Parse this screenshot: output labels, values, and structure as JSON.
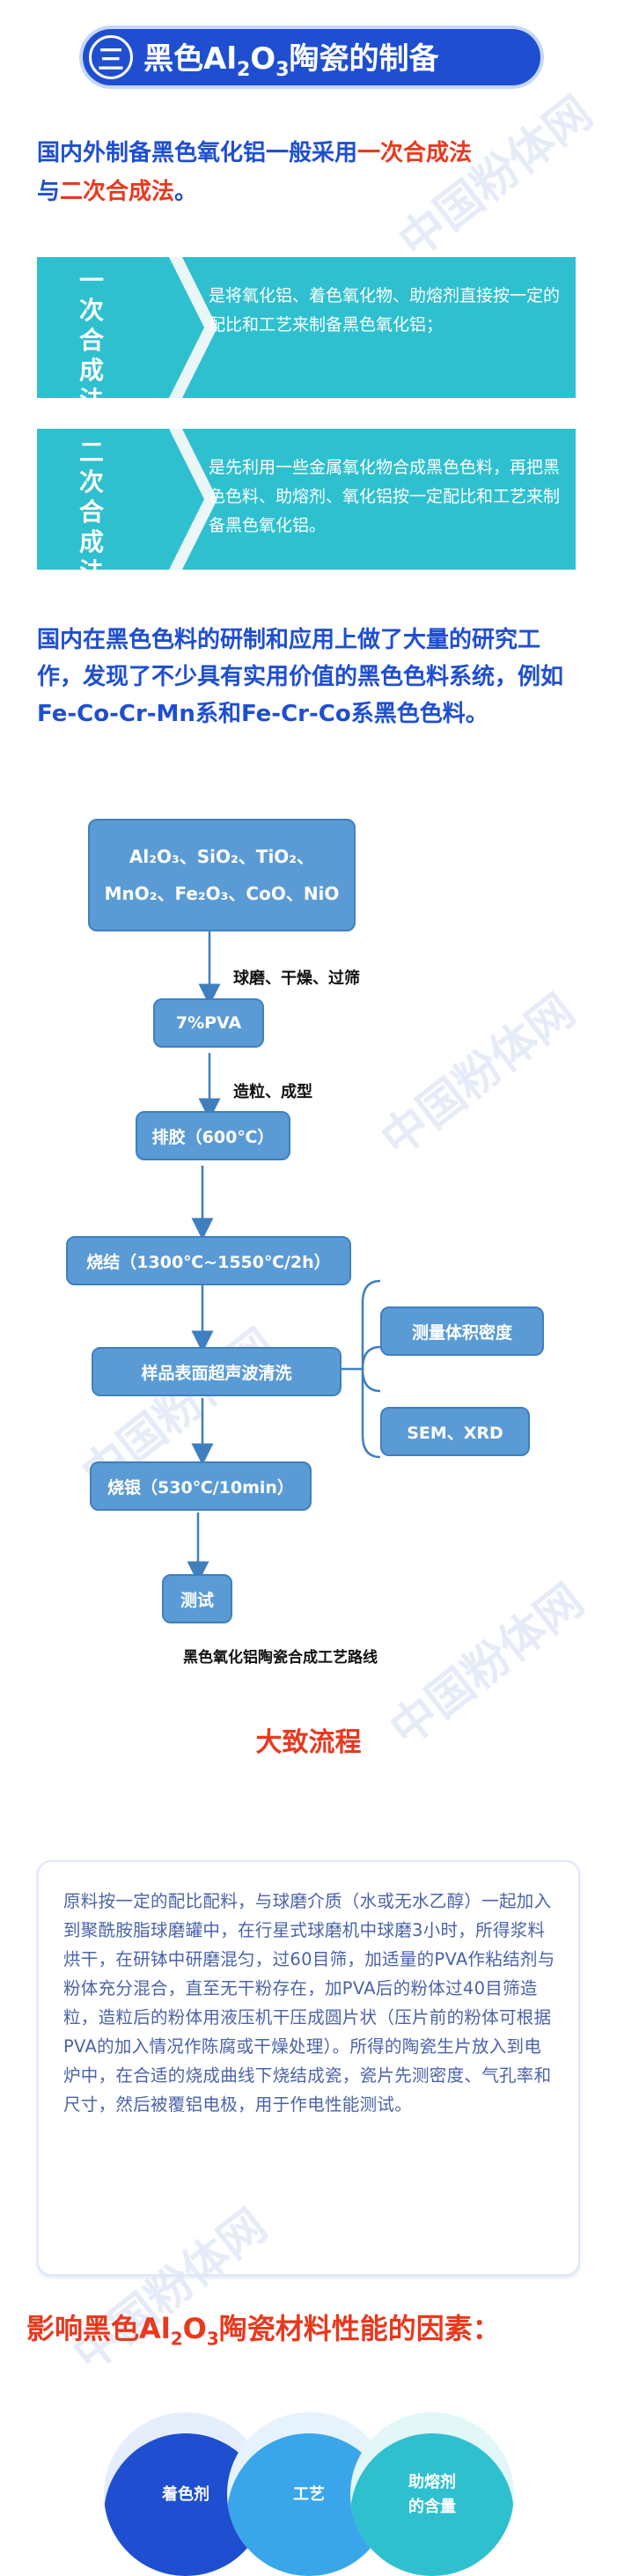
{
  "title": {
    "number": "三",
    "text_before": "黑色Al",
    "sub1": "2",
    "mid": "O",
    "sub2": "3",
    "text_after": "陶瓷的制备"
  },
  "intro1": {
    "part1": "国内外制备黑色氧化铝一般采用",
    "highlight1": "一次合成法",
    "part2": "与",
    "highlight2": "二次合成法",
    "part3": "。"
  },
  "methods": [
    {
      "label_chars": [
        "一",
        "次",
        "合",
        "成",
        "法"
      ],
      "desc": "是将氧化铝、着色氧化物、助熔剂直接按一定的配比和工艺来制备黑色氧化铝；"
    },
    {
      "label_chars": [
        "二",
        "次",
        "合",
        "成",
        "法"
      ],
      "desc": "是先利用一些金属氧化物合成黑色色料，再把黑色色料、助熔剂、氧化铝按一定配比和工艺来制备黑色氧化铝。"
    }
  ],
  "intro2": "国内在黑色色料的研制和应用上做了大量的研究工作，发现了不少具有实用价值的黑色色料系统，例如Fe-Co-Cr-Mn系和Fe-Cr-Co系黑色色料。",
  "flow": {
    "raw_line1": "Al₂O₃、SiO₂、TiO₂、",
    "raw_line2": "MnO₂、Fe₂O₃、CoO、NiO",
    "step1_note": "球磨、干燥、过筛",
    "pva": "7%PVA",
    "step2_note": "造粒、成型",
    "debind": "排胶（600℃）",
    "sinter": "烧结（1300℃~1550℃/2h）",
    "wash": "样品表面超声波清洗",
    "measure1": "测量体积密度",
    "measure2": "SEM、XRD",
    "silver": "烧银（530℃/10min）",
    "test": "测试",
    "caption": "黑色氧化铝陶瓷合成工艺路线"
  },
  "process_title": "大致流程",
  "process_text": "原料按一定的配比配料，与球磨介质（水或无水乙醇）一起加入到聚酰胺脂球磨罐中，在行星式球磨机中球磨3小时，所得浆料烘干，在研钵中研磨混匀，过60目筛，加适量的PVA作粘结剂与粉体充分混合，直至无干粉存在，加PVA后的粉体过40目筛造粒，造粒后的粉体用液压机干压成圆片状（压片前的粉体可根据PVA的加入情况作陈腐或干燥处理）。所得的陶瓷生片放入到电炉中，在合适的烧成曲线下烧结成瓷，瓷片先测密度、气孔率和尺寸，然后被覆铝电极，用于作电性能测试。",
  "factors_title": {
    "before": "影响黑色Al",
    "sub1": "2",
    "mid": "O",
    "sub2": "3",
    "after": "陶瓷材料性能的因素："
  },
  "factors": [
    "着色剂",
    "工艺",
    "助熔剂",
    "的含量"
  ],
  "watermark": "中国粉体网",
  "colors": {
    "blue": "#1f4fd0",
    "red": "#e8391f",
    "teal": "#2fc0cf",
    "flow": "#5b9bd5"
  }
}
